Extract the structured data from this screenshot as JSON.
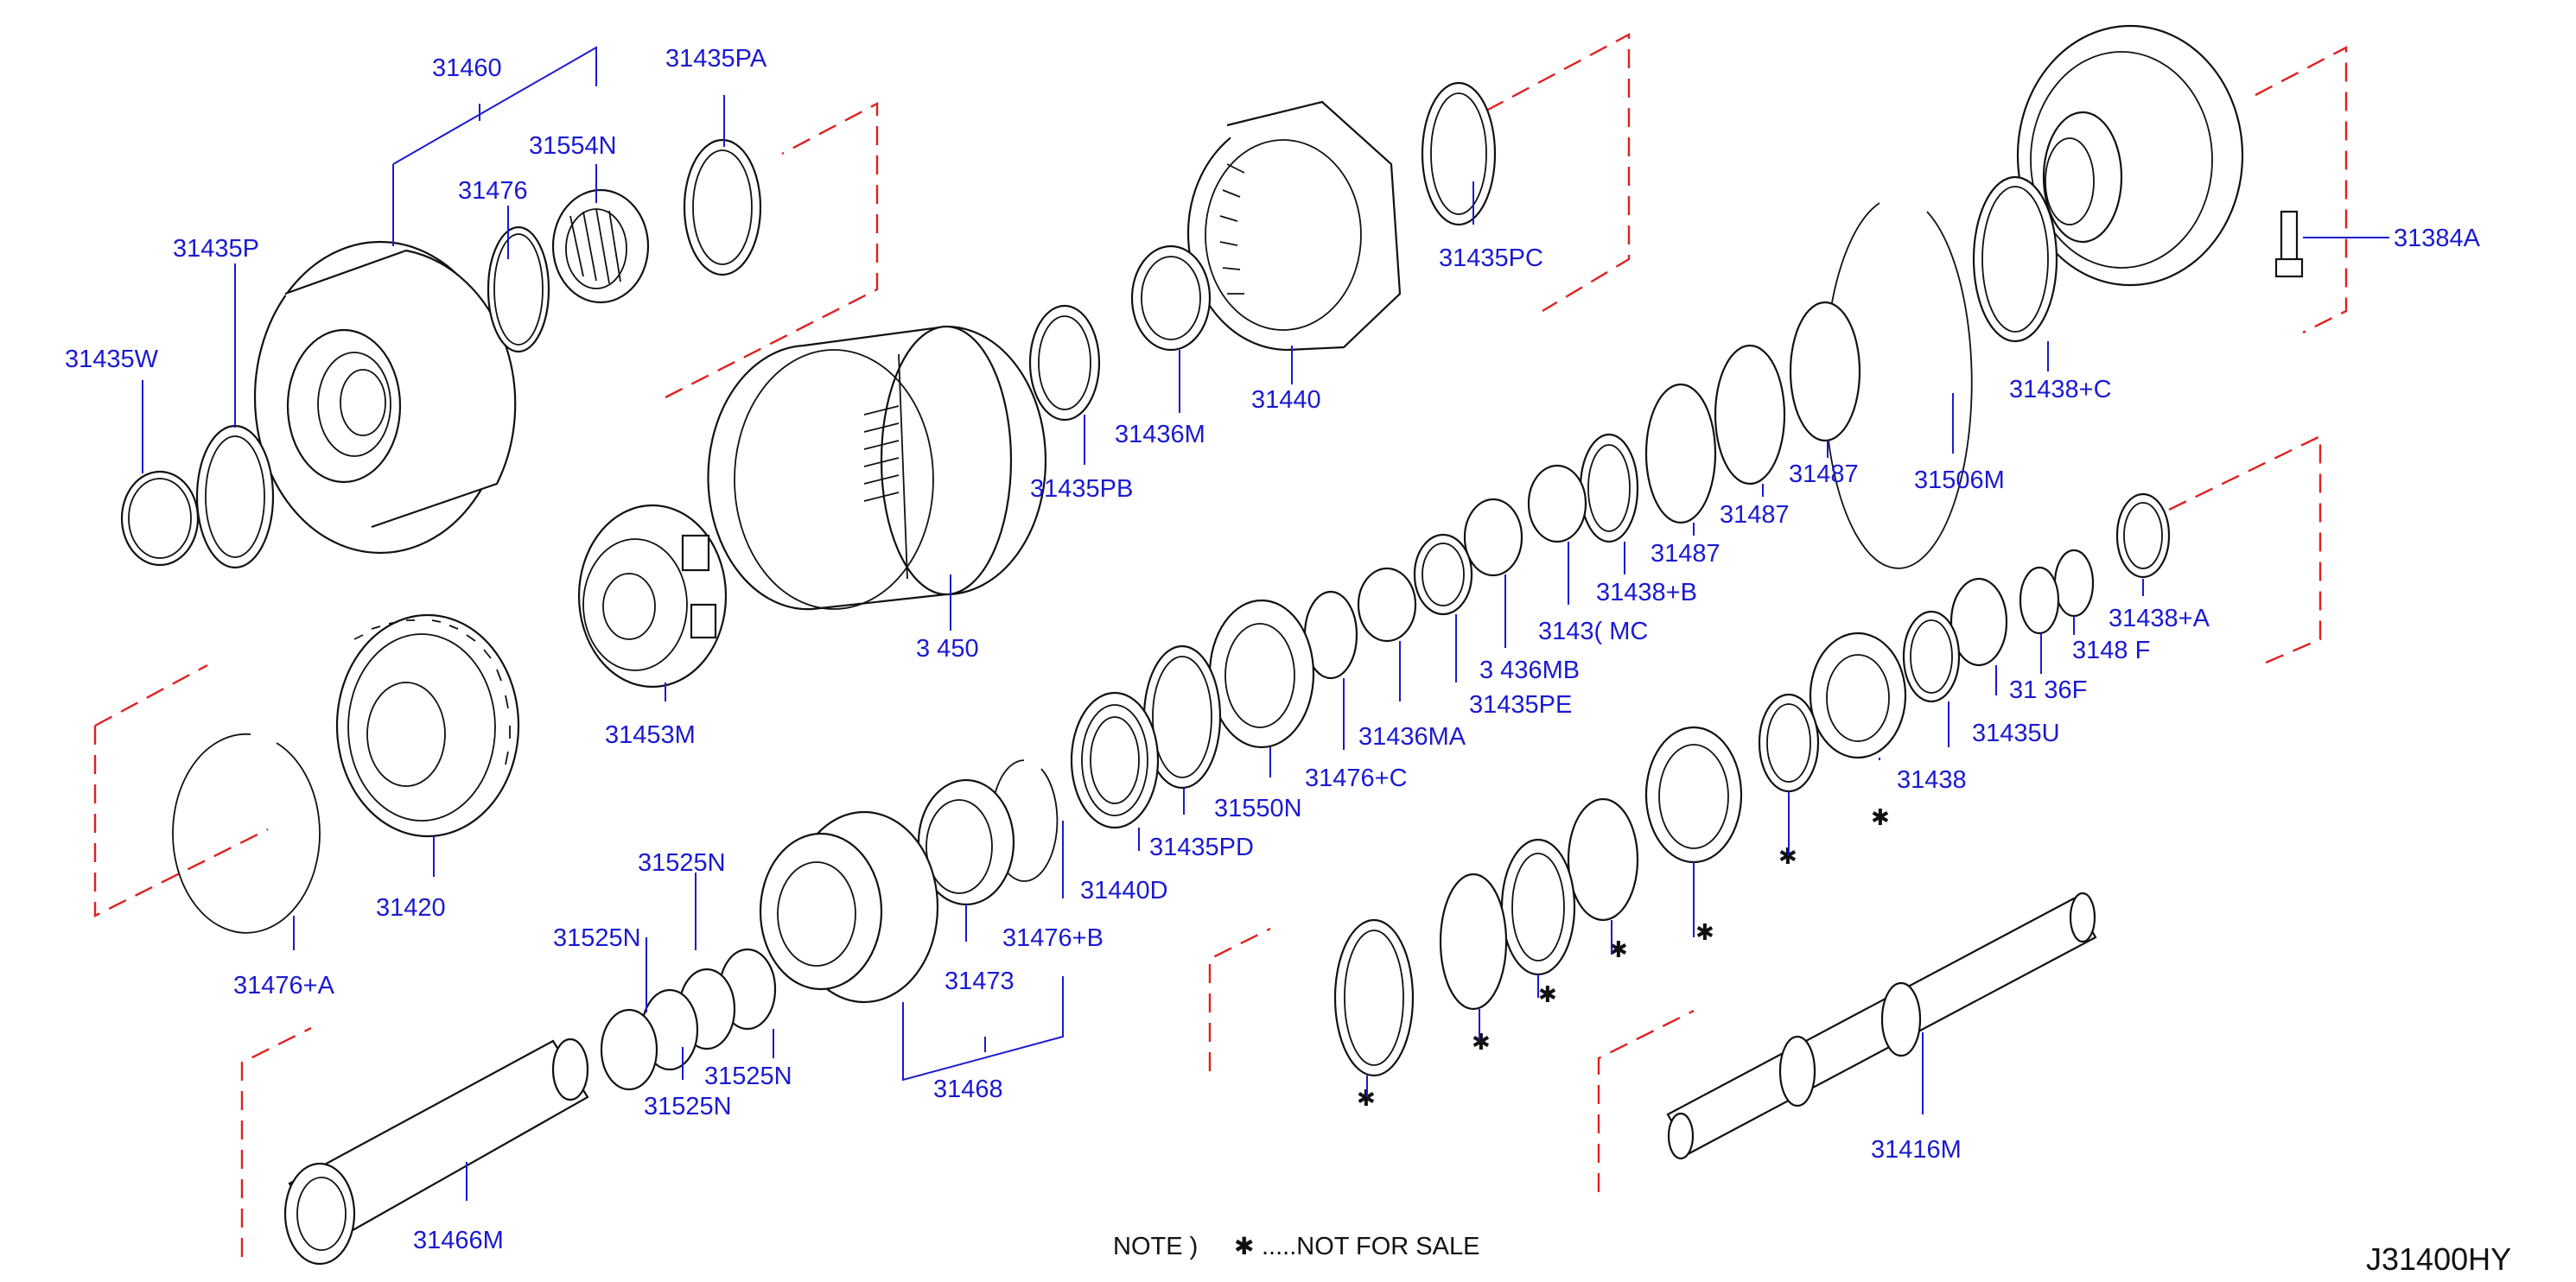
{
  "diagram_code": "J31400HY",
  "note": {
    "prefix": "NOTE  )",
    "text": ".....NOT   FOR   SALE",
    "symbol_icon": "not-for-sale-star-icon"
  },
  "labels": {
    "p31460": "31460",
    "p31435PA": "31435PA",
    "p31554N": "31554N",
    "p31476": "31476",
    "p31435P": "31435P",
    "p31435W": "31435W",
    "p31435PC": "31435PC",
    "p31384A": "31384A",
    "p31440": "31440",
    "p31436M": "31436M",
    "p31435PB": "31435PB",
    "p31438C": "31438+C",
    "p31487a": "31487",
    "p31487b": "31487",
    "p31487c": "31487",
    "p31506M": "31506M",
    "p31438B": "31438+B",
    "p31436MC": "3143( MC",
    "p31435PE": "31435PE",
    "p31436MA": "31436MA",
    "p31476C": "31476+C",
    "p31550N": "31550N",
    "p31435PD": "31435PD",
    "p31440D": "31440D",
    "p31476B": "31476+B",
    "p31473": "31473",
    "p31468": "31468",
    "p31525Na": "31525N",
    "p31525Nb": "31525N",
    "p31525Nc": "31525N",
    "p31525Nd": "31525N",
    "p31466M": "31466M",
    "p31476A": "31476+A",
    "p31420": "31420",
    "p31453M": "31453M",
    "p31450": "3  450",
    "p31438A": "31438+A",
    "p31436F": "31  36F",
    "p31435U": "31435U",
    "p31438": "31438",
    "p31416M": "31416M",
    "p31486F": "3148  F",
    "p31436MB": "3  436MB"
  }
}
